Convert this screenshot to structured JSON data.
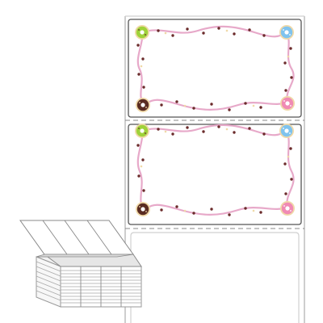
{
  "product": {
    "label_design": "donut-border",
    "label_count_visible": 2,
    "fold": "fanfold",
    "colors": {
      "paper": "#ffffff",
      "liner_edge": "#bdbdbd",
      "perforation": "#8a8a8a",
      "label_outline": "#555555",
      "border_wave": "#e7a9c9",
      "sprinkle": "#6b2b2b",
      "donut_green": "#9fd23a",
      "donut_blue": "#7fc3ee",
      "donut_pink": "#f08ab4",
      "donut_chocolate": "#5a2c22",
      "donut_dough": "#f0d9a8",
      "stack_fill": "#f2f2f2",
      "stack_edge": "#9a9a9a"
    }
  }
}
